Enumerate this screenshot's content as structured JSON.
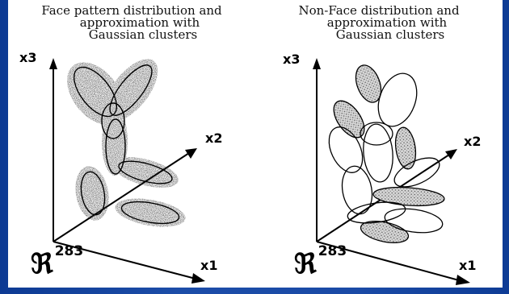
{
  "left_panel": {
    "title_line1": "Face pattern distribution and",
    "title_line2": "approximation with",
    "title_line3": "Gaussian clusters",
    "axis_x1": "x1",
    "axis_x2": "x2",
    "axis_x3": "x3",
    "space_symbol": "ℜ",
    "space_dim": "283"
  },
  "right_panel": {
    "title_line1": "Non-Face distribution and",
    "title_line2": "approximation with",
    "title_line3": "Gaussian clusters",
    "axis_x1": "x1",
    "axis_x2": "x2",
    "axis_x3": "x3",
    "space_symbol": "ℜ",
    "space_dim": "283"
  },
  "colors": {
    "background": "#1a4aa6",
    "panel": "#ffffff",
    "ink": "#000000",
    "dotted_fill": "#9a9a9a"
  }
}
